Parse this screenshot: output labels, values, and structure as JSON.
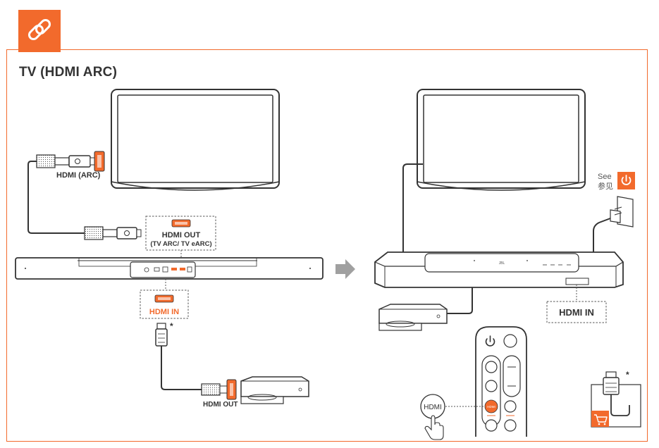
{
  "section_title": "TV (HDMI ARC)",
  "labels": {
    "hdmi_arc": "HDMI (ARC)",
    "hdmi_out_main": "HDMI OUT",
    "hdmi_out_sub": "(TV ARC/ TV eARC)",
    "hdmi_in_left": "HDMI IN",
    "hdmi_out_source": "HDMI OUT",
    "hdmi_in_right": "HDMI IN",
    "see_en": "See",
    "see_zh": "参见",
    "remote_hdmi": "HDMI",
    "remote_button_hdmi": "HDMI",
    "soundbar_logo": "JBL",
    "asterisk_left": "*",
    "asterisk_right": "*"
  },
  "icons": {
    "header": "link-icon",
    "power": "power-icon",
    "cart": "shopping-cart-icon",
    "arrow": "arrow-right-icon"
  },
  "colors": {
    "accent": "#f26a2c",
    "line": "#333333",
    "arrow": "#a0a0a0"
  }
}
